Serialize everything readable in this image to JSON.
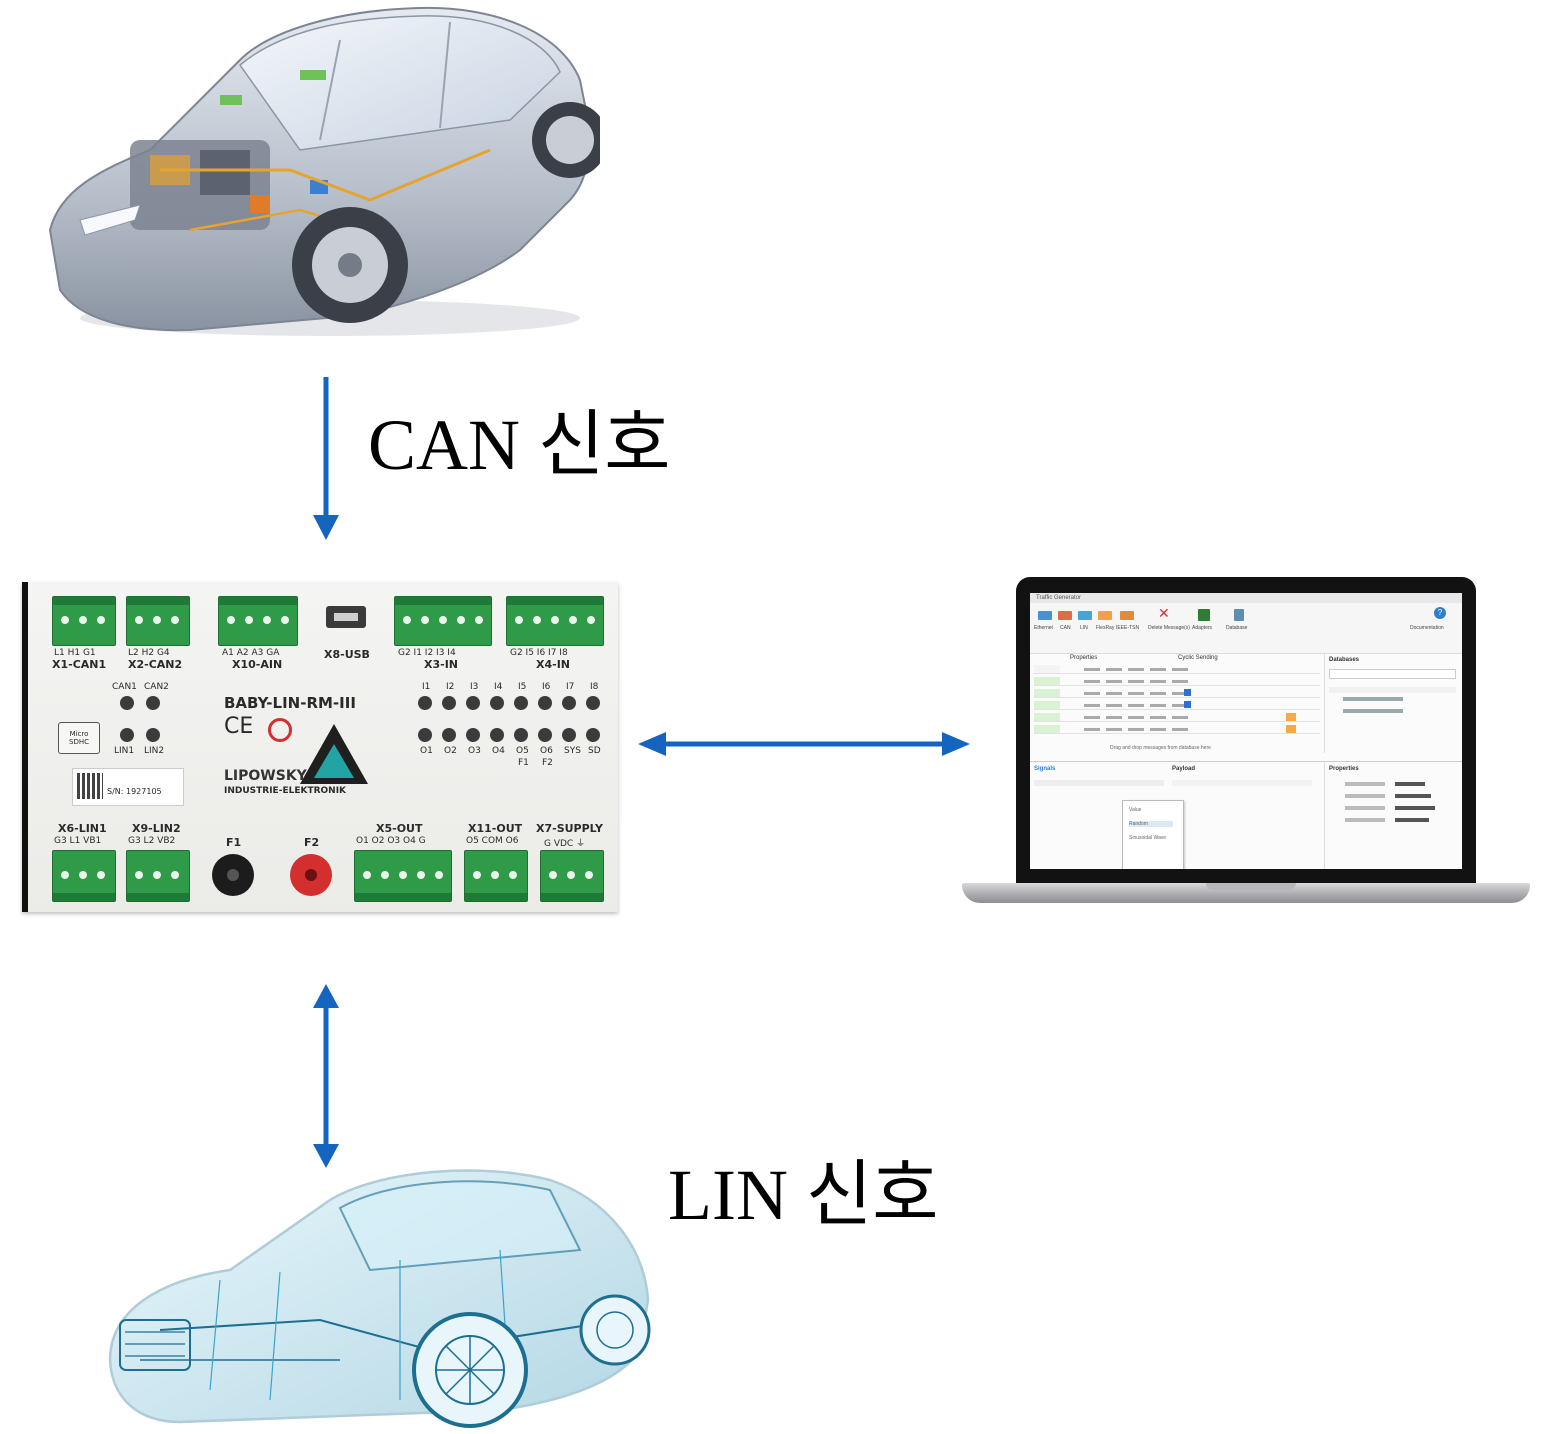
{
  "labels": {
    "can_signal": "CAN 신호",
    "lin_signal": "LIN 신호"
  },
  "device": {
    "model": "BABY-LIN-RM-III",
    "brand": "LIPOWSKY",
    "brand_sub": "INDUSTRIE-ELEKTRONIK",
    "usb_label": "X8-USB",
    "sd_label": "Micro SDHC",
    "sn_label": "S/N: 1927105",
    "f1": "F1",
    "f2": "F2",
    "top_connectors": [
      {
        "name": "X1-CAN1",
        "pins": "L1  H1  G1"
      },
      {
        "name": "X2-CAN2",
        "pins": "L2  H2  G4"
      },
      {
        "name": "X10-AIN",
        "pins": "A1 A2 A3 GA"
      },
      {
        "name": "X3-IN",
        "pins": "G2  I1  I2  I3  I4"
      },
      {
        "name": "X4-IN",
        "pins": "G2  I5  I6  I7  I8"
      }
    ],
    "bottom_connectors": [
      {
        "name": "X6-LIN1",
        "pins": "G3  L1 VB1"
      },
      {
        "name": "X9-LIN2",
        "pins": "G3  L2 VB2"
      },
      {
        "name": "X5-OUT",
        "pins": "O1 O2 O3 O4  G"
      },
      {
        "name": "X11-OUT",
        "pins": "O5 COM O6"
      },
      {
        "name": "X7-SUPPLY",
        "pins": "G  VDC  ⏚"
      }
    ],
    "can_leds": [
      "CAN1",
      "CAN2"
    ],
    "lin_leds": [
      "LIN1",
      "LIN2"
    ],
    "input_leds": [
      "I1",
      "I2",
      "I3",
      "I4",
      "I5",
      "I6",
      "I7",
      "I8"
    ],
    "output_leds": [
      "O1",
      "O2",
      "O3",
      "O4",
      "O5",
      "O6",
      "SYS",
      "SD"
    ],
    "output_sub": [
      "F1",
      "F2"
    ]
  },
  "laptop_app": {
    "title": "Traffic Generator",
    "ribbon": [
      "Ethernet",
      "CAN",
      "LIN",
      "FlexRay",
      "IEEE-TSN",
      "Delete Message(s)",
      "Adapters",
      "Database",
      "Documentation"
    ],
    "properties_header": "Properties",
    "cyclic_header": "Cyclic Sending",
    "databases_header": "Databases",
    "signals_header": "Signals",
    "payload_header": "Payload",
    "drop_hint": "Drag and drop messages from database here",
    "menu_items": [
      "Value",
      "Random",
      "Sinusoidal Wave"
    ]
  },
  "colors": {
    "arrow": "#1565c0",
    "terminal": "#2f9a48",
    "f2_jack": "#d32f2f"
  }
}
